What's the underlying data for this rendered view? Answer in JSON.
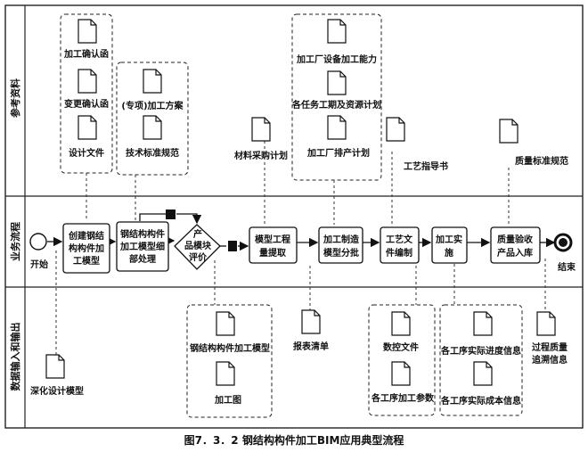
{
  "lanes": [
    "参考资料",
    "业务流程",
    "数据输入和输出"
  ],
  "process": {
    "start": "开始",
    "end": "结束",
    "steps": [
      [
        "创建钢结",
        "构构件加",
        "工模型"
      ],
      [
        "钢结构构件",
        "加工模型细",
        "部处理"
      ],
      [
        "产",
        "品模块",
        "评价"
      ],
      [
        "模型工程",
        "量提取"
      ],
      [
        "加工制造",
        "模型分批"
      ],
      [
        "工艺文",
        "件编制"
      ],
      [
        "加工实",
        "施"
      ],
      [
        "质量验收",
        "产品入库"
      ]
    ]
  },
  "references": {
    "group1": [
      "加工确认函",
      "变更确认函",
      "设计文件"
    ],
    "group2": [
      "(专项)加工方案",
      "技术标准规范"
    ],
    "material": "材料采购计划",
    "group3": [
      "加工厂设备加工能力",
      "各任务工期及资源计划",
      "加工厂排产计划"
    ],
    "process_guide": "工艺指导书",
    "quality_standard": "质量标准规范"
  },
  "io": {
    "deep_model": "深化设计模型",
    "group_a": [
      "钢结构构件加工模型",
      "加工图"
    ],
    "report": "报表清单",
    "group_b": [
      "数控文件",
      "各工序加工参数"
    ],
    "group_c": [
      "各工序实际进度信息",
      "各工序实际成本信息"
    ],
    "quality_trace": [
      "过程质量",
      "追溯信息"
    ]
  },
  "caption": "图7．3．2 钢结构构件加工BIM应用典型流程"
}
